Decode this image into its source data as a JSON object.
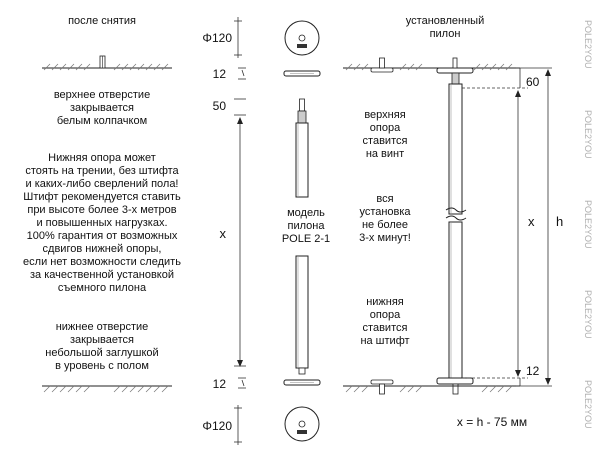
{
  "left": {
    "caption_after_removal": "после снятия",
    "top_hole_note": [
      "верхнее отверстие",
      "закрывается",
      "белым колпачком"
    ],
    "friction_note": [
      "Нижняя опора может",
      "стоять на трении, без штифта",
      "и каких-либо сверлений пола!",
      "Штифт рекомендуется ставить",
      "при высоте более 3-х метров",
      "и повышенных нагрузках.",
      "100% гарантия от возможных",
      "сдвигов нижней опоры,",
      "если нет возможности следить",
      "за качественной установкой",
      "съемного пилона"
    ],
    "bottom_hole_note": [
      "нижнее отверстие",
      "закрывается",
      "небольшой заглушкой",
      "в уровень с полом"
    ]
  },
  "middle": {
    "dim_top_diameter": "Φ120",
    "dim_top_gap": "12",
    "dim_offset": "50",
    "dim_length": "x",
    "dim_bottom_gap": "12",
    "dim_bottom_diameter": "Φ120",
    "model_label": [
      "модель",
      "пилона",
      "POLE 2-1"
    ]
  },
  "right": {
    "caption_installed": [
      "установленный",
      "пилон"
    ],
    "upper_support_note": [
      "верхняя",
      "опора",
      "ставится",
      "на винт"
    ],
    "install_time_note": [
      "вся",
      "установка",
      "не более",
      "3-х минут!"
    ],
    "lower_support_note": [
      "нижняя",
      "опора",
      "ставится",
      "на штифт"
    ],
    "dim_top": "60",
    "dim_x": "x",
    "dim_h": "h",
    "dim_bottom": "12",
    "formula": "x = h - 75 мм"
  },
  "watermark": "POLE2YOU"
}
